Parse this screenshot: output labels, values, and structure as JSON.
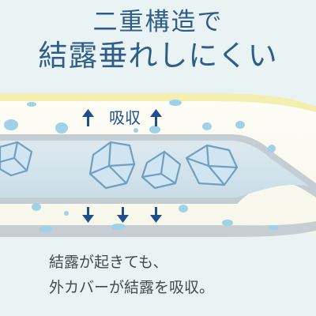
{
  "headline": {
    "line1": "二重構造で",
    "line2": "結露垂れしにくい"
  },
  "illustration": {
    "absorb_label": "吸収",
    "colors": {
      "background": "#eaf3f4",
      "outer_cover_band": "#f3efb0",
      "outer_cover_fill": "#fbfbf3",
      "inner_tube": "#c4cdd2",
      "inner_tube_fill": "#d2e3ec",
      "ice": "#cfe6f2",
      "ice_outline": "#6f9ec0",
      "droplet": "#9fd2e6",
      "arrow": "#1f4f8a"
    },
    "icons": [
      "ice-cube-icon",
      "water-droplet-icon",
      "arrow-up-icon",
      "arrow-down-icon"
    ]
  },
  "caption": {
    "line1": "結露が起きても、",
    "line2": "外カバーが結露を吸収。"
  }
}
